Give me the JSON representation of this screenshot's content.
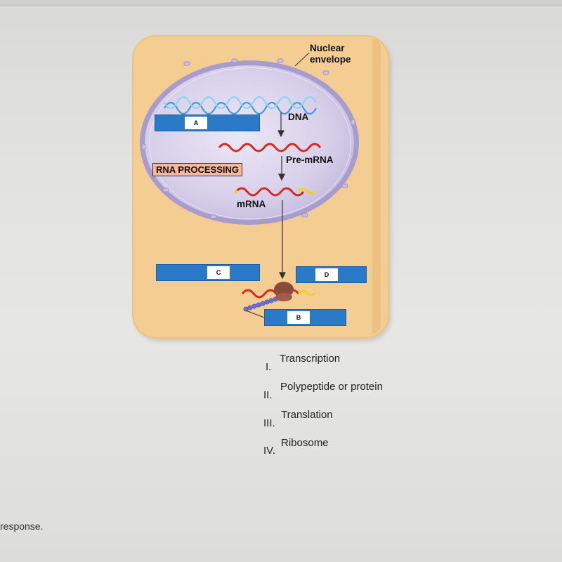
{
  "diagram": {
    "labels": {
      "nuclear_envelope_line1": "Nuclear",
      "nuclear_envelope_line2": "envelope",
      "dna": "DNA",
      "pre_mrna": "Pre-mRNA",
      "mrna": "mRNA",
      "rna_processing": "RNA PROCESSING"
    },
    "blanks": {
      "a": "A",
      "b": "B",
      "c": "C",
      "d": "D"
    },
    "colors": {
      "cytoplasm": "#f4cd92",
      "nucleus": "#d7cfe9",
      "label_box": "#2b79c9",
      "rna": "#d42a1e",
      "dna": "#5fb8e6",
      "ribosome": "#8a4b3a",
      "polypeptide": "#6c6fd0"
    }
  },
  "options": [
    {
      "numeral": "I.",
      "text": "Transcription"
    },
    {
      "numeral": "II.",
      "text": "Polypeptide or protein"
    },
    {
      "numeral": "III.",
      "text": "Translation"
    },
    {
      "numeral": "IV.",
      "text": "Ribosome"
    }
  ],
  "footer": {
    "text": "response."
  }
}
